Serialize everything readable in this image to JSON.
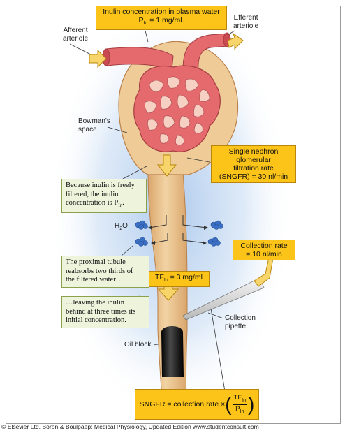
{
  "labels": {
    "afferent_line1": "Afferent",
    "afferent_line2": "arteriole",
    "efferent_line1": "Efferent",
    "efferent_line2": "arteriole",
    "bowman_line1": "Bowman's",
    "bowman_line2": "space",
    "water": "H",
    "water_sub": "2",
    "water_end": "O",
    "pipette_line1": "Collection",
    "pipette_line2": "pipette",
    "oil_block": "Oil block"
  },
  "boxes": {
    "plasma_line1": "Inulin concentration in plasma water",
    "plasma_p": "P",
    "plasma_sub": "In",
    "plasma_rest": " = 1 mg/ml.",
    "sngfr_line1": "Single nephron",
    "sngfr_line2": "glomerular",
    "sngfr_line3": "filtration rate",
    "sngfr_line4": "(SNGFR) = 30 nl/min",
    "freely_line1": "Because inulin is freely",
    "freely_line2": "filtered, the inulin",
    "freely_line3": "concentration is P",
    "freely_sub": "In",
    "freely_end": ".",
    "collection_line1": "Collection rate",
    "collection_line2": "= 10 nl/min",
    "proximal_line1": "The proximal tubule",
    "proximal_line2": "reabsorbs two thirds of",
    "proximal_line3": "the filtered water…",
    "tf_t": "TF",
    "tf_sub": "In",
    "tf_rest": " = 3 mg/ml",
    "leaving_line1": "…leaving the inulin",
    "leaving_line2": "behind at three times its",
    "leaving_line3": "initial concentration.",
    "formula_left": "SNGFR = collection rate ×",
    "formula_num": "TF",
    "formula_num_sub": "In",
    "formula_den": "P",
    "formula_den_sub": "In"
  },
  "credit": "© Elsevier Ltd. Boron & Boulpaep: Medical Physiology, Updated Edition   www.studentconsult.com",
  "colors": {
    "callout_yellow": "#fcc419",
    "callout_green": "#eef3dc",
    "tubule": "#e9c08c",
    "capillary": "#e46a6e",
    "arrow": "#f7d56a",
    "glow": "#a9c7ec"
  }
}
